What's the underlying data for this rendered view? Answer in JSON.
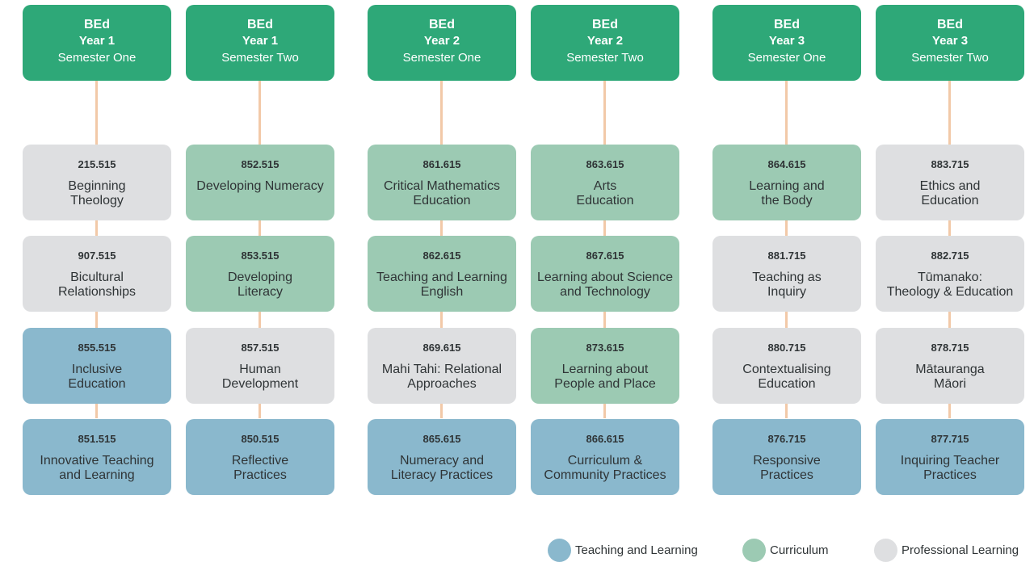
{
  "columns": [
    {
      "program": "BEd",
      "year": "Year 1",
      "semester": "Semester One",
      "courses": [
        {
          "code": "215.515",
          "title": "Beginning\nTheology",
          "category": "professional"
        },
        {
          "code": "907.515",
          "title": "Bicultural\nRelationships",
          "category": "professional"
        },
        {
          "code": "855.515",
          "title": "Inclusive\nEducation",
          "category": "teaching"
        },
        {
          "code": "851.515",
          "title": "Innovative Teaching\nand Learning",
          "category": "teaching"
        }
      ]
    },
    {
      "program": "BEd",
      "year": "Year 1",
      "semester": "Semester Two",
      "courses": [
        {
          "code": "852.515",
          "title": "Developing Numeracy",
          "category": "curriculum"
        },
        {
          "code": "853.515",
          "title": "Developing\nLiteracy",
          "category": "curriculum"
        },
        {
          "code": "857.515",
          "title": "Human\nDevelopment",
          "category": "professional"
        },
        {
          "code": "850.515",
          "title": "Reflective\nPractices",
          "category": "teaching"
        }
      ]
    },
    {
      "program": "BEd",
      "year": "Year 2",
      "semester": "Semester One",
      "courses": [
        {
          "code": "861.615",
          "title": "Critical Mathematics\nEducation",
          "category": "curriculum"
        },
        {
          "code": "862.615",
          "title": "Teaching and Learning\nEnglish",
          "category": "curriculum"
        },
        {
          "code": "869.615",
          "title": "Mahi Tahi: Relational\nApproaches",
          "category": "professional"
        },
        {
          "code": "865.615",
          "title": "Numeracy and\nLiteracy Practices",
          "category": "teaching"
        }
      ]
    },
    {
      "program": "BEd",
      "year": "Year 2",
      "semester": "Semester Two",
      "courses": [
        {
          "code": "863.615",
          "title": "Arts\nEducation",
          "category": "curriculum"
        },
        {
          "code": "867.615",
          "title": "Learning about Science\nand Technology",
          "category": "curriculum"
        },
        {
          "code": "873.615",
          "title": "Learning about\nPeople and Place",
          "category": "curriculum"
        },
        {
          "code": "866.615",
          "title": "Curriculum &\nCommunity Practices",
          "category": "teaching"
        }
      ]
    },
    {
      "program": "BEd",
      "year": "Year 3",
      "semester": "Semester One",
      "courses": [
        {
          "code": "864.615",
          "title": "Learning and\nthe Body",
          "category": "curriculum"
        },
        {
          "code": "881.715",
          "title": "Teaching as\nInquiry",
          "category": "professional"
        },
        {
          "code": "880.715",
          "title": "Contextualising\nEducation",
          "category": "professional"
        },
        {
          "code": "876.715",
          "title": "Responsive\nPractices",
          "category": "teaching"
        }
      ]
    },
    {
      "program": "BEd",
      "year": "Year 3",
      "semester": "Semester Two",
      "courses": [
        {
          "code": "883.715",
          "title": "Ethics and\nEducation",
          "category": "professional"
        },
        {
          "code": "882.715",
          "title": "Tūmanako:\nTheology & Education",
          "category": "professional"
        },
        {
          "code": "878.715",
          "title": "Mātauranga\nMāori",
          "category": "professional"
        },
        {
          "code": "877.715",
          "title": "Inquiring Teacher\nPractices",
          "category": "teaching"
        }
      ]
    }
  ],
  "legend": [
    {
      "label": "Teaching and Learning",
      "color": "#8ab8cd"
    },
    {
      "label": "Curriculum",
      "color": "#9ccab3"
    },
    {
      "label": "Professional Learning",
      "color": "#dedfe1"
    }
  ],
  "colors": {
    "header": "#2ea878",
    "teaching": "#8ab8cd",
    "curriculum": "#9ccab3",
    "professional": "#dedfe1",
    "connector": "#f2c9a8"
  }
}
